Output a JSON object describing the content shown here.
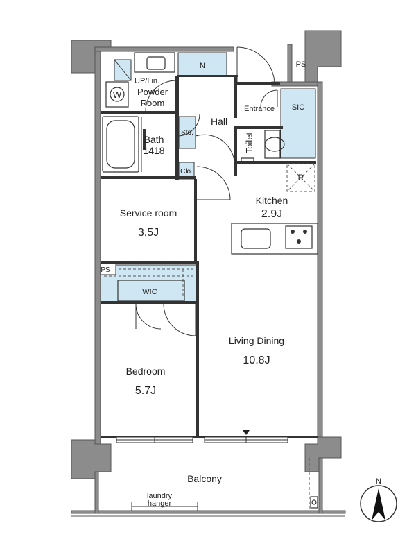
{
  "rooms": {
    "uplin": "UP/Lin.",
    "powder1": "Powder",
    "powder2": "Room",
    "washer": "W",
    "n": "N",
    "ps_top": "PS",
    "entrance": "Entrance",
    "sic": "SIC",
    "hall": "Hall",
    "sto": "Sto.",
    "bath": "Bath",
    "bath_size": "1418",
    "toilet": "Toilet",
    "clo": "Clo.",
    "fridge": "R",
    "kitchen": "Kitchen",
    "kitchen_size": "2.9J",
    "service": "Service room",
    "service_size": "3.5J",
    "ps_mid": "PS",
    "wic": "WIC",
    "living": "Living Dining",
    "living_size": "10.8J",
    "bedroom": "Bedroom",
    "bedroom_size": "5.7J",
    "balcony": "Balcony",
    "laundry1": "laundry",
    "laundry2": "hanger"
  },
  "compass": {
    "label": "N"
  },
  "colors": {
    "wall": "#8c8c8c",
    "storage": "#cfe7f2",
    "line": "#333333"
  }
}
